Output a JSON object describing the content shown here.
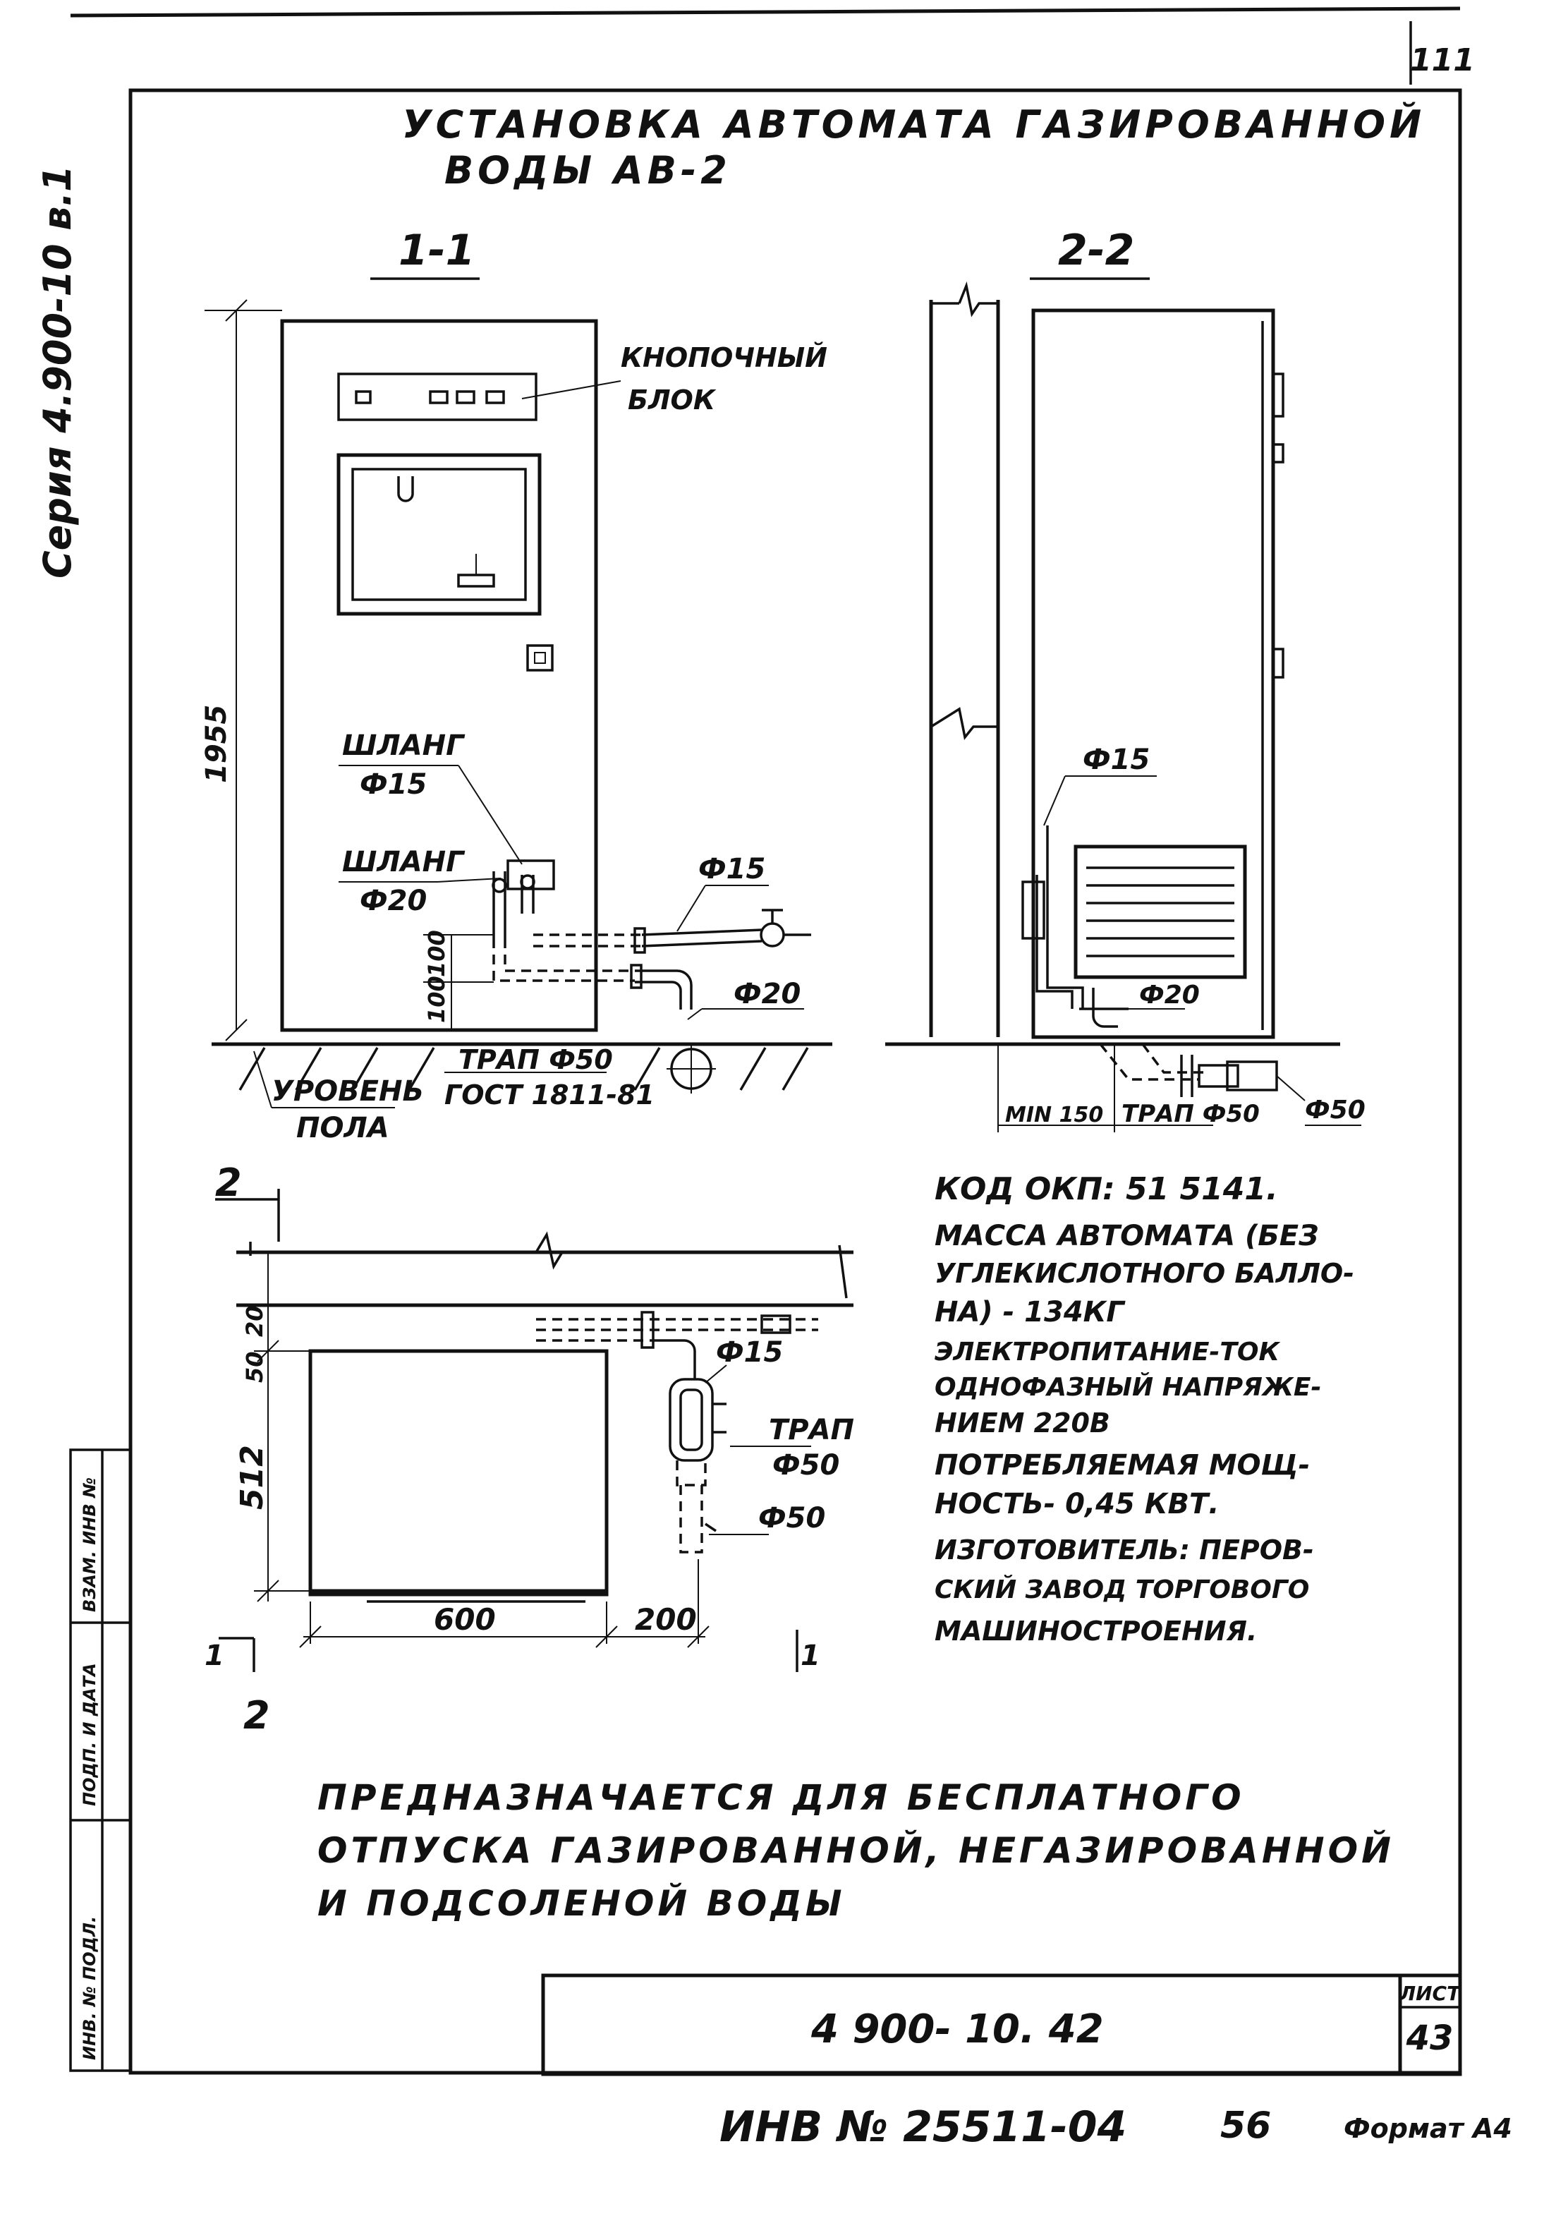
{
  "sheet_mark": "111",
  "side_series": "Серия 4.900-10 в.1",
  "title_line1": "УСТАНОВКА АВТОМАТА ГАЗИРОВАННОЙ",
  "title_line2": "ВОДЫ АВ-2",
  "section_1": "1-1",
  "section_2": "2-2",
  "section_mark_2": "2",
  "section_mark_1": "1",
  "labels": {
    "button_block_1": "КНОПОЧНЫЙ",
    "button_block_2": "БЛОК",
    "hose1_1": "ШЛАНГ",
    "hose1_2": "Ф15",
    "hose2_1": "ШЛАНГ",
    "hose2_2": "Ф20",
    "pipe_15": "Ф15",
    "pipe_20": "Ф20",
    "trap_1": "ТРАП Ф50",
    "trap_2": "ГОСТ 1811-81",
    "floor_1": "УРОВЕНЬ",
    "floor_2": "ПОЛА",
    "s2_pipe15": "Ф15",
    "s2_pipe20": "Ф20",
    "s2_min": "MIN 150",
    "s2_trap": "ТРАП Ф50",
    "s2_phi50": "Ф50",
    "plan_phi15": "Ф15",
    "plan_trap_1": "ТРАП",
    "plan_trap_2": "Ф50",
    "plan_phi50": "Ф50"
  },
  "dimensions": {
    "height_1955": "1955",
    "d100a": "100",
    "d100b": "100",
    "d50": "50",
    "d20": "20",
    "d512": "512",
    "d600": "600",
    "d200": "200"
  },
  "notes": [
    "КОД ОКП: 51 5141.",
    "МАССА АВТОМАТА (БЕЗ",
    "УГЛЕКИСЛОТНОГО БАЛЛО-",
    "НА) - 134КГ",
    "ЭЛЕКТРОПИТАНИЕ-ТОК",
    "ОДНОФАЗНЫЙ НАПРЯЖЕ-",
    "НИЕМ 220В",
    "ПОТРЕБЛЯЕМАЯ МОЩ-",
    "НОСТЬ- 0,45 КВТ.",
    "ИЗГОТОВИТЕЛЬ: ПЕРОВ-",
    "СКИЙ ЗАВОД ТОРГОВОГО",
    "МАШИНОСТРОЕНИЯ."
  ],
  "purpose": [
    "ПРЕДНАЗНАЧАЕТСЯ ДЛЯ БЕСПЛАТНОГО",
    "ОТПУСКА ГАЗИРОВАННОЙ, НЕГАЗИРОВАННОЙ",
    "И ПОДСОЛЕНОЙ ВОДЫ"
  ],
  "stamp": {
    "doc_code": "4 900- 10. 42",
    "sheet_label": "ЛИСТ",
    "sheet_no": "43"
  },
  "side_stamp": {
    "field1": "ВЗАМ. ИНВ №",
    "field2": "ПОДП. И ДАТА",
    "field3": "ИНВ. № ПОДЛ."
  },
  "inventory": "ИНВ № 25511-04",
  "inv_suffix": "56",
  "format_label": "Формат А4"
}
